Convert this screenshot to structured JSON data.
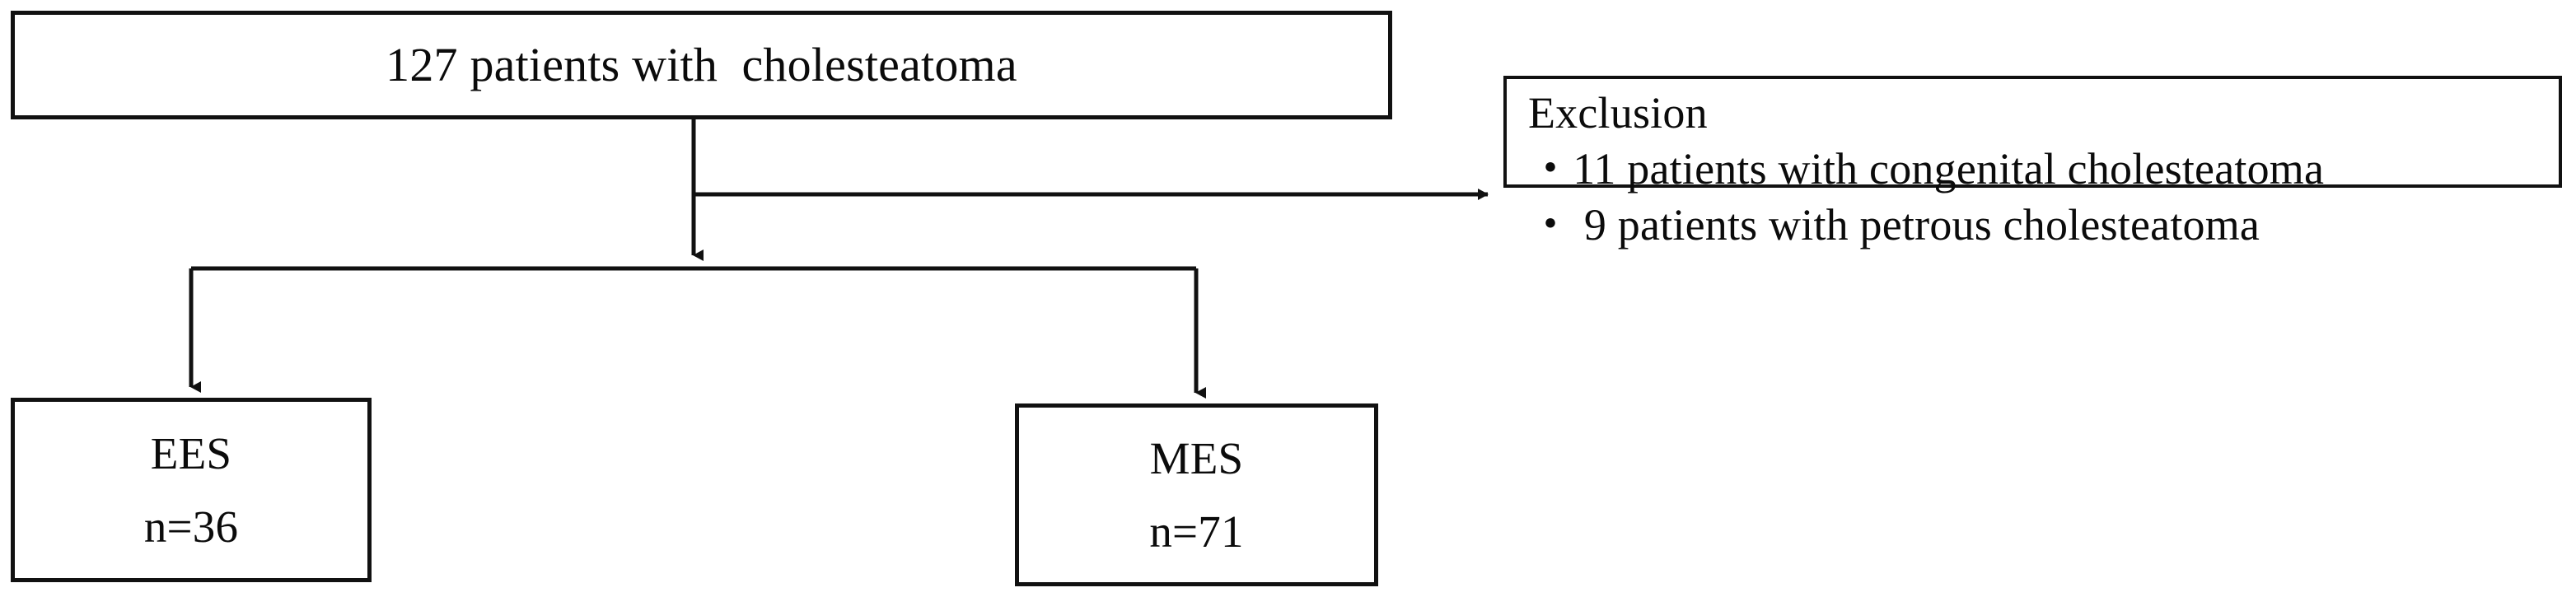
{
  "diagram": {
    "title_text": "127 patients with  cholesteatoma",
    "colors": {
      "stroke": "#111111",
      "background": "#ffffff",
      "text": "#0b0b0b"
    },
    "nodes": {
      "cohort": {
        "label": "127 patients with  cholesteatoma",
        "count": 127,
        "role": "source-cohort"
      },
      "exclusion": {
        "heading": "Exclusion",
        "bullet_glyph": "・",
        "items": [
          {
            "text": "・11 patients with congenital cholesteatoma",
            "count": 11,
            "reason": "congenital cholesteatoma"
          },
          {
            "text": "・ 9 patients with petrous cholesteatoma",
            "count": 9,
            "reason": "petrous cholesteatoma"
          }
        ]
      },
      "ees": {
        "label": "EES",
        "count_label": "n=36",
        "count": 36
      },
      "mes": {
        "label": "MES",
        "count_label": "n=71",
        "count": 71
      }
    },
    "edges": [
      {
        "from": "cohort",
        "to": "exclusion",
        "arrow": "right"
      },
      {
        "from": "cohort",
        "to": "split",
        "arrow": "down"
      },
      {
        "from": "split",
        "to": "ees",
        "arrow": "down"
      },
      {
        "from": "split",
        "to": "mes",
        "arrow": "down"
      }
    ]
  }
}
